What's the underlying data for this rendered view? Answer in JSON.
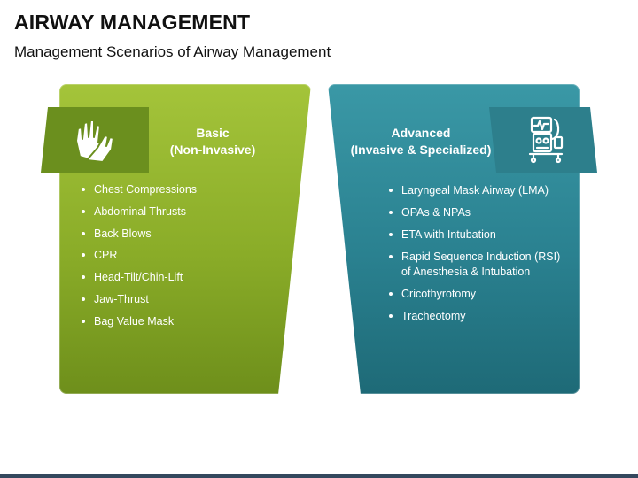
{
  "header": {
    "title": "AIRWAY MANAGEMENT",
    "subtitle": "Management Scenarios of Airway Management"
  },
  "colors": {
    "basic_accent": "#8aac28",
    "basic_tab": "#6b8f1e",
    "advanced_accent": "#2a8190",
    "advanced_tab": "#2d7f8c",
    "footer_bar": "#34485e"
  },
  "basic": {
    "icon": "hands-cpr-icon",
    "heading_line1": "Basic",
    "heading_line2": "(Non-Invasive)",
    "items": [
      "Chest Compressions",
      "Abdominal Thrusts",
      "Back Blows",
      "CPR",
      "Head-Tilt/Chin-Lift",
      "Jaw-Thrust",
      "Bag Value Mask"
    ]
  },
  "advanced": {
    "icon": "medical-ventilator-icon",
    "heading_line1": "Advanced",
    "heading_line2": "(Invasive & Specialized)",
    "items": [
      "Laryngeal Mask Airway (LMA)",
      "OPAs & NPAs",
      "ETA with Intubation",
      "Rapid Sequence Induction (RSI) of Anesthesia & Intubation",
      "Cricothyrotomy",
      "Tracheotomy"
    ]
  }
}
